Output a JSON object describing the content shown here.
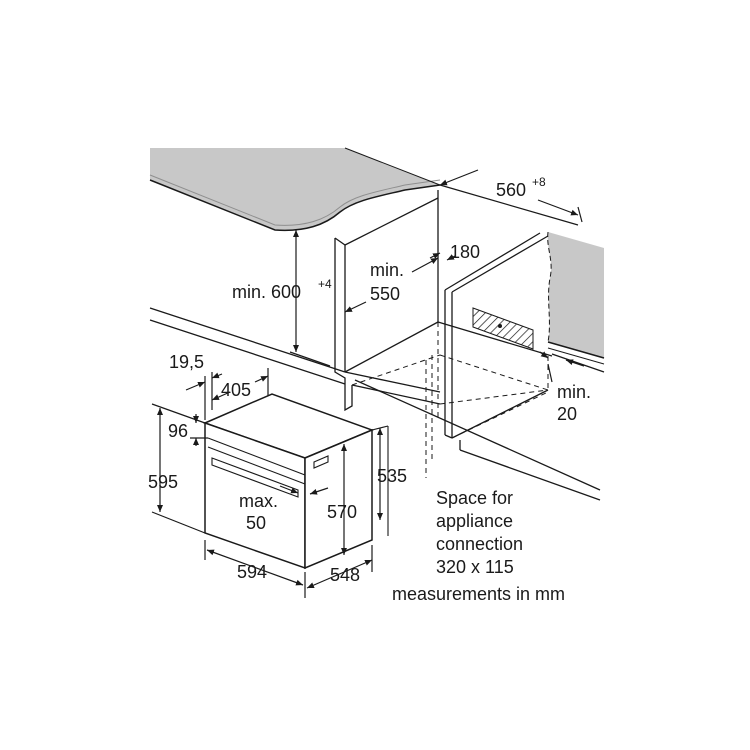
{
  "colors": {
    "line": "#1a1a1a",
    "counter_top": "#c8c8c8",
    "counter_edge": "#8f8f8f",
    "background": "#ffffff"
  },
  "dimensions": {
    "min_600": "min. 600",
    "min_600_sup": "+4",
    "min_550_line1": "min.",
    "min_550_line2": "550",
    "d180": "180",
    "d560": "560",
    "d560_sup": "+8",
    "min_20_line1": "min.",
    "min_20_line2": "20",
    "d19_5": "19,5",
    "d405": "405",
    "d96": "96",
    "d595": "595",
    "max_50_line1": "max.",
    "max_50_line2": "50",
    "d570": "570",
    "d535": "535",
    "d594": "594",
    "d548": "548"
  },
  "notes": {
    "connection_line1": "Space for",
    "connection_line2": "appliance",
    "connection_line3": "connection",
    "connection_line4": "320 x 115",
    "units": "measurements in mm"
  }
}
